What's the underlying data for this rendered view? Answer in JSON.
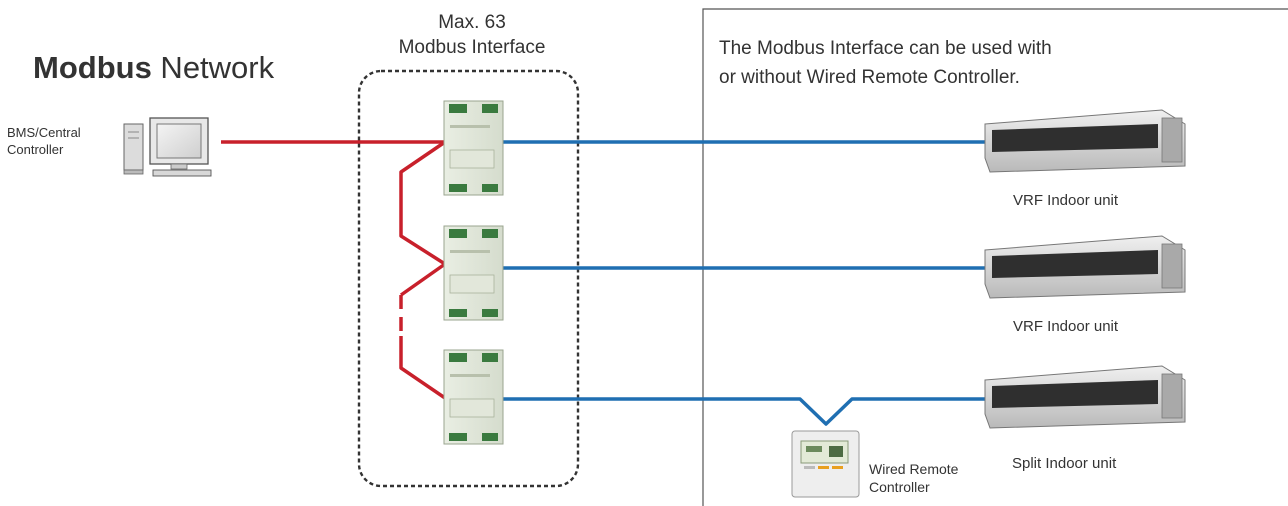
{
  "title": {
    "bold": "Modbus",
    "rest": " Network"
  },
  "bms": {
    "line1": "BMS/Central",
    "line2": "Controller"
  },
  "interface_group": {
    "line1": "Max. 63",
    "line2": "Modbus Interface"
  },
  "note": {
    "line1": "The Modbus Interface can be used with",
    "line2": "or without Wired Remote Controller."
  },
  "units": [
    {
      "label": "VRF Indoor unit"
    },
    {
      "label": "VRF Indoor unit"
    },
    {
      "label": "Split Indoor unit"
    }
  ],
  "remote": {
    "line1": "Wired Remote",
    "line2": "Controller"
  },
  "colors": {
    "bus_line": "#c8202b",
    "indoor_line": "#1f6fb2",
    "frame": "#555555"
  }
}
